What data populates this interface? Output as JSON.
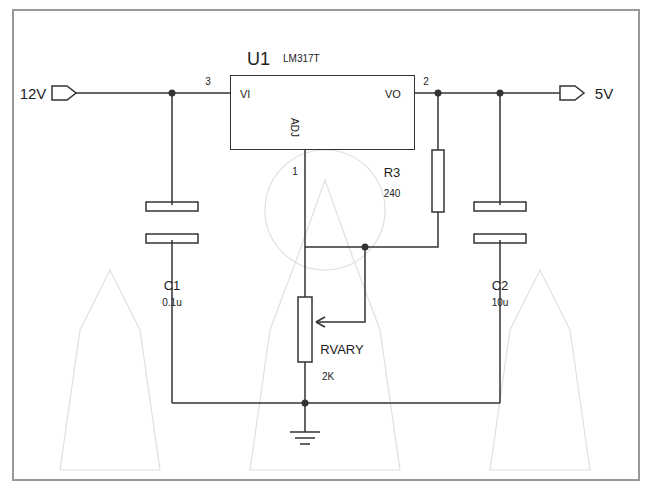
{
  "diagram": {
    "nodes": [
      {
        "text": [
          "U1",
          "LM317T",
          "VI",
          "VO",
          "ADJ"
        ]
      }
    ],
    "labels": [
      "12V",
      "3",
      "2",
      "1",
      "5V",
      "R3",
      "240",
      "C1",
      "0.1u",
      "C2",
      "10u",
      "RVARY",
      "2K"
    ]
  }
}
